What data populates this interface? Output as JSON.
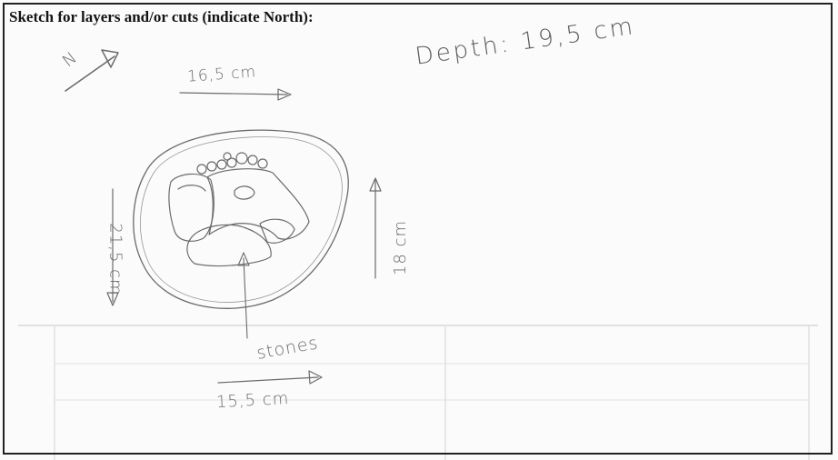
{
  "heading": "Sketch for layers and/or cuts (indicate North):",
  "annotations": {
    "north_label": "N",
    "depth": "Depth: 19,5 cm",
    "top_dimension": "16,5 cm",
    "left_dimension": "21,5 cm",
    "right_dimension": "18 cm",
    "stones_label": "stones",
    "bottom_dimension": "15,5 cm"
  },
  "colors": {
    "pencil": "#6b6b6b",
    "border": "#222222",
    "paper": "#fbfbfb"
  }
}
